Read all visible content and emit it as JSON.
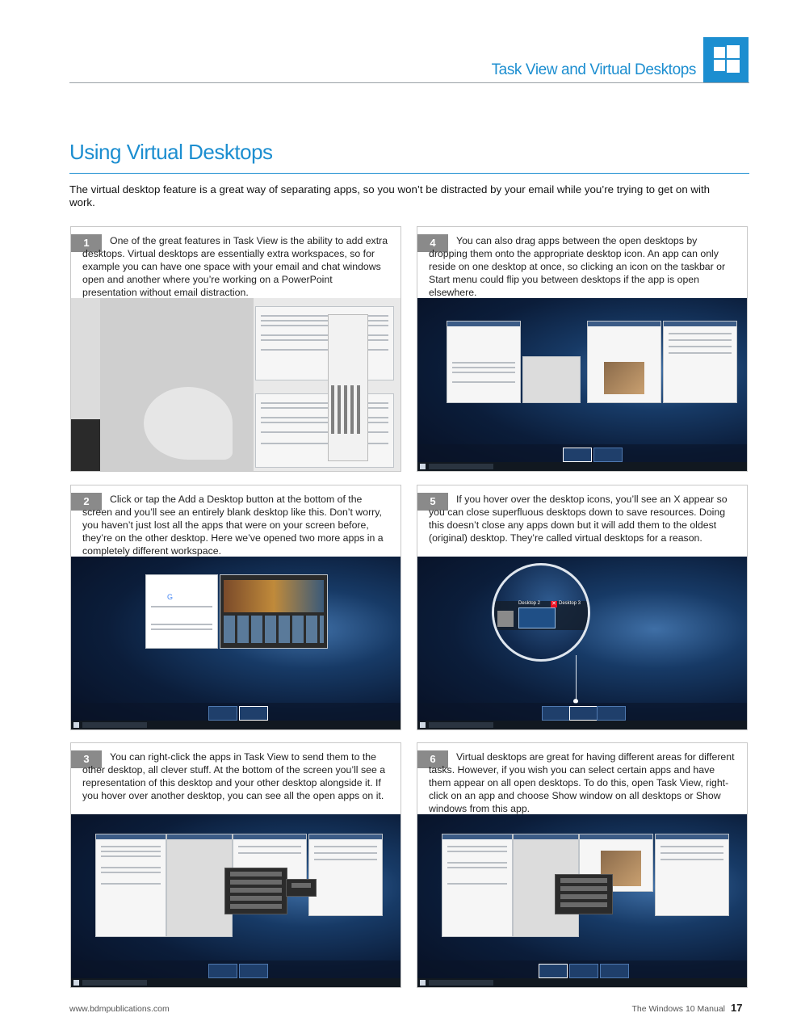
{
  "header": {
    "title": "Task View and Virtual Desktops"
  },
  "section": {
    "title": "Using Virtual Desktops",
    "intro": "The virtual desktop feature is a great way of separating apps, so you won’t be distracted by your email while you’re trying to get on with work."
  },
  "steps": [
    {
      "num": "1",
      "text": "One of the great features in Task View is the ability to add extra desktops. Virtual desktops are essentially extra workspaces, so for example you can have one space with your email and chat windows open and another where you’re working on a PowerPoint presentation without email distraction."
    },
    {
      "num": "2",
      "text": "Click or tap the Add a Desktop button at the bottom of the screen and you’ll see an entirely blank desktop like this. Don’t worry, you haven’t just lost all the apps that were on your screen before, they’re on the other desktop. Here we’ve opened two more apps in a completely different workspace."
    },
    {
      "num": "3",
      "text": "You can right-click the apps in Task View to send them to the other desktop, all clever stuff. At the bottom of the screen you’ll see a representation of this desktop and your other desktop alongside it. If you hover over another desktop, you can see all the open apps on it."
    },
    {
      "num": "4",
      "text": "You can also drag apps between the open desktops by dropping them onto the appropriate desktop icon. An app can only reside on one desktop at once, so clicking an icon on the taskbar or Start menu could flip you between desktops if the app is open elsewhere."
    },
    {
      "num": "5",
      "text": "If you hover over the desktop icons, you’ll see an X appear so you can close superfluous desktops down to save resources. Doing this doesn’t close any apps down but it will add them to the oldest (original) desktop. They’re called virtual desktops for a reason."
    },
    {
      "num": "6",
      "text": "Virtual desktops are great for having different areas for different tasks. However, if you wish you can select certain apps and have them appear on all open desktops. To do this, open Task View, right-click on an app and choose Show window on all desktops or Show windows from this app."
    }
  ],
  "screens": {
    "step5_zoom": {
      "desktop_a": "Desktop 2",
      "desktop_b": "Desktop 3"
    }
  },
  "footer": {
    "url": "www.bdmpublications.com",
    "manual": "The Windows 10 Manual",
    "page": "17"
  },
  "colors": {
    "accent": "#1c8ed0",
    "number_badge": "#8a8a8a"
  }
}
